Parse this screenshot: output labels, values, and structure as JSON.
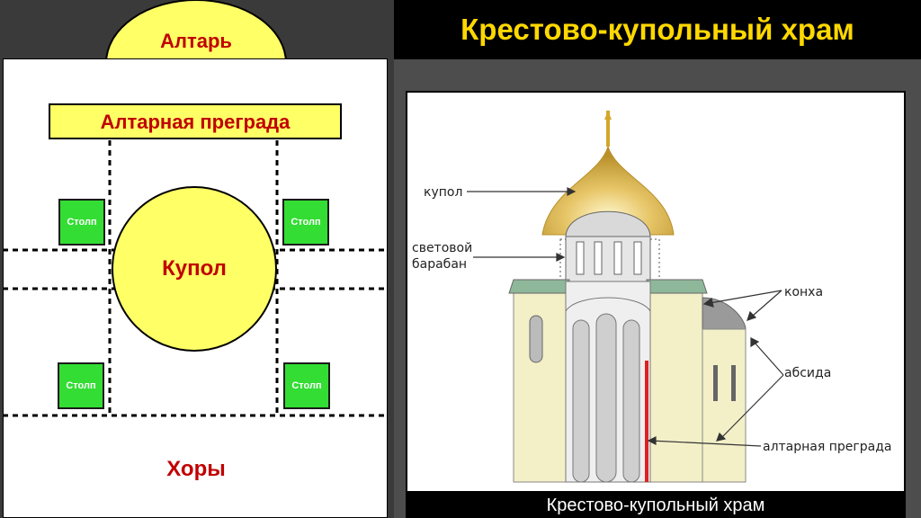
{
  "plan": {
    "altar": "Алтарь",
    "barrier": "Алтарная преграда",
    "pillar": "Столп",
    "dome": "Купол",
    "choir": "Хоры"
  },
  "right": {
    "title": "Крестово-купольный храм",
    "caption": "Крестово-купольный храм",
    "labels": {
      "dome": "купол",
      "drum_line1": "световой",
      "drum_line2": "барабан",
      "concha": "конха",
      "apse": "абсида",
      "altar_barrier": "алтарная преграда"
    }
  },
  "colors": {
    "accent_yellow": "#ffff66",
    "title_yellow": "#ffd800",
    "label_red": "#c00000",
    "pillar_green": "#33dd33"
  }
}
